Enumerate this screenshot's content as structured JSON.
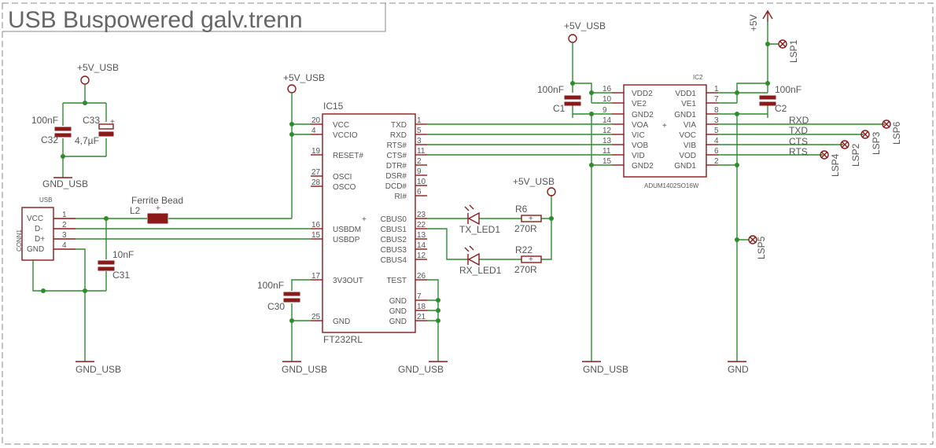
{
  "title": "USB Buspowered galv.trenn",
  "supplies": {
    "p5v_usb": "+5V_USB",
    "p5v": "+5V",
    "gnd_usb": "GND_USB",
    "gnd": "GND"
  },
  "caps": {
    "c32": {
      "name": "C32",
      "value": "100nF"
    },
    "c33": {
      "name": "C33",
      "value": "4,7µF"
    },
    "c31": {
      "name": "C31",
      "value": "10nF"
    },
    "c30": {
      "name": "C30",
      "value": "100nF"
    },
    "c1": {
      "name": "C1",
      "value": "100nF"
    },
    "c2": {
      "name": "C2",
      "value": "100nF"
    }
  },
  "usb": {
    "header": "USB",
    "name": "CONN1",
    "pins": [
      "VCC",
      "D-",
      "D+",
      "GND"
    ],
    "nums": [
      "1",
      "2",
      "3",
      "4"
    ]
  },
  "ferrite": {
    "label": "Ferrite Bead",
    "name": "L2"
  },
  "ft232": {
    "name": "IC15",
    "part": "FT232RL",
    "left": [
      {
        "n": "20",
        "t": "VCC"
      },
      {
        "n": "4",
        "t": "VCCIO"
      },
      {
        "n": "19",
        "t": "RESET#"
      },
      {
        "n": "27",
        "t": "OSCI"
      },
      {
        "n": "28",
        "t": "OSCO"
      },
      {
        "n": "16",
        "t": "USBDM"
      },
      {
        "n": "15",
        "t": "USBDP"
      },
      {
        "n": "17",
        "t": "3V3OUT"
      },
      {
        "n": "25",
        "t": "GND"
      }
    ],
    "right": [
      {
        "n": "1",
        "t": "TXD"
      },
      {
        "n": "5",
        "t": "RXD"
      },
      {
        "n": "3",
        "t": "RTS#"
      },
      {
        "n": "11",
        "t": "CTS#"
      },
      {
        "n": "2",
        "t": "DTR#"
      },
      {
        "n": "9",
        "t": "DSR#"
      },
      {
        "n": "10",
        "t": "DCD#"
      },
      {
        "n": "6",
        "t": "RI#"
      },
      {
        "n": "23",
        "t": "CBUS0"
      },
      {
        "n": "22",
        "t": "CBUS1"
      },
      {
        "n": "13",
        "t": "CBUS2"
      },
      {
        "n": "14",
        "t": "CBUS3"
      },
      {
        "n": "12",
        "t": "CBUS4"
      },
      {
        "n": "26",
        "t": "TEST"
      },
      {
        "n": "7",
        "t": "GND"
      },
      {
        "n": "18",
        "t": "GND"
      },
      {
        "n": "21",
        "t": "GND"
      }
    ]
  },
  "leds": {
    "tx": {
      "name": "TX_LED1"
    },
    "rx": {
      "name": "RX_LED1"
    }
  },
  "resistors": {
    "r6": {
      "name": "R6",
      "value": "270R"
    },
    "r22": {
      "name": "R22",
      "value": "270R"
    }
  },
  "adum": {
    "name": "IC2",
    "part": "ADUM1402SO16W",
    "left": [
      {
        "n": "16",
        "t": "VDD2"
      },
      {
        "n": "10",
        "t": "VE2"
      },
      {
        "n": "9",
        "t": "GND2"
      },
      {
        "n": "14",
        "t": "VOA"
      },
      {
        "n": "12",
        "t": "VIC"
      },
      {
        "n": "13",
        "t": "VOB"
      },
      {
        "n": "11",
        "t": "VID"
      },
      {
        "n": "15",
        "t": "GND2"
      }
    ],
    "right": [
      {
        "n": "1",
        "t": "VDD1"
      },
      {
        "n": "7",
        "t": "VE1"
      },
      {
        "n": "8",
        "t": "GND1"
      },
      {
        "n": "3",
        "t": "VIA"
      },
      {
        "n": "5",
        "t": "VOC"
      },
      {
        "n": "4",
        "t": "VIB"
      },
      {
        "n": "6",
        "t": "VOD"
      },
      {
        "n": "2",
        "t": "GND1"
      }
    ]
  },
  "nets": {
    "rxd": "RXD",
    "txd": "TXD",
    "cts": "CTS",
    "rts": "RTS"
  },
  "testpoints": {
    "lsp1": "LSP1",
    "lsp2": "LSP2",
    "lsp3": "LSP3",
    "lsp4": "LSP4",
    "lsp5": "LSP5",
    "lsp6": "LSP6"
  }
}
